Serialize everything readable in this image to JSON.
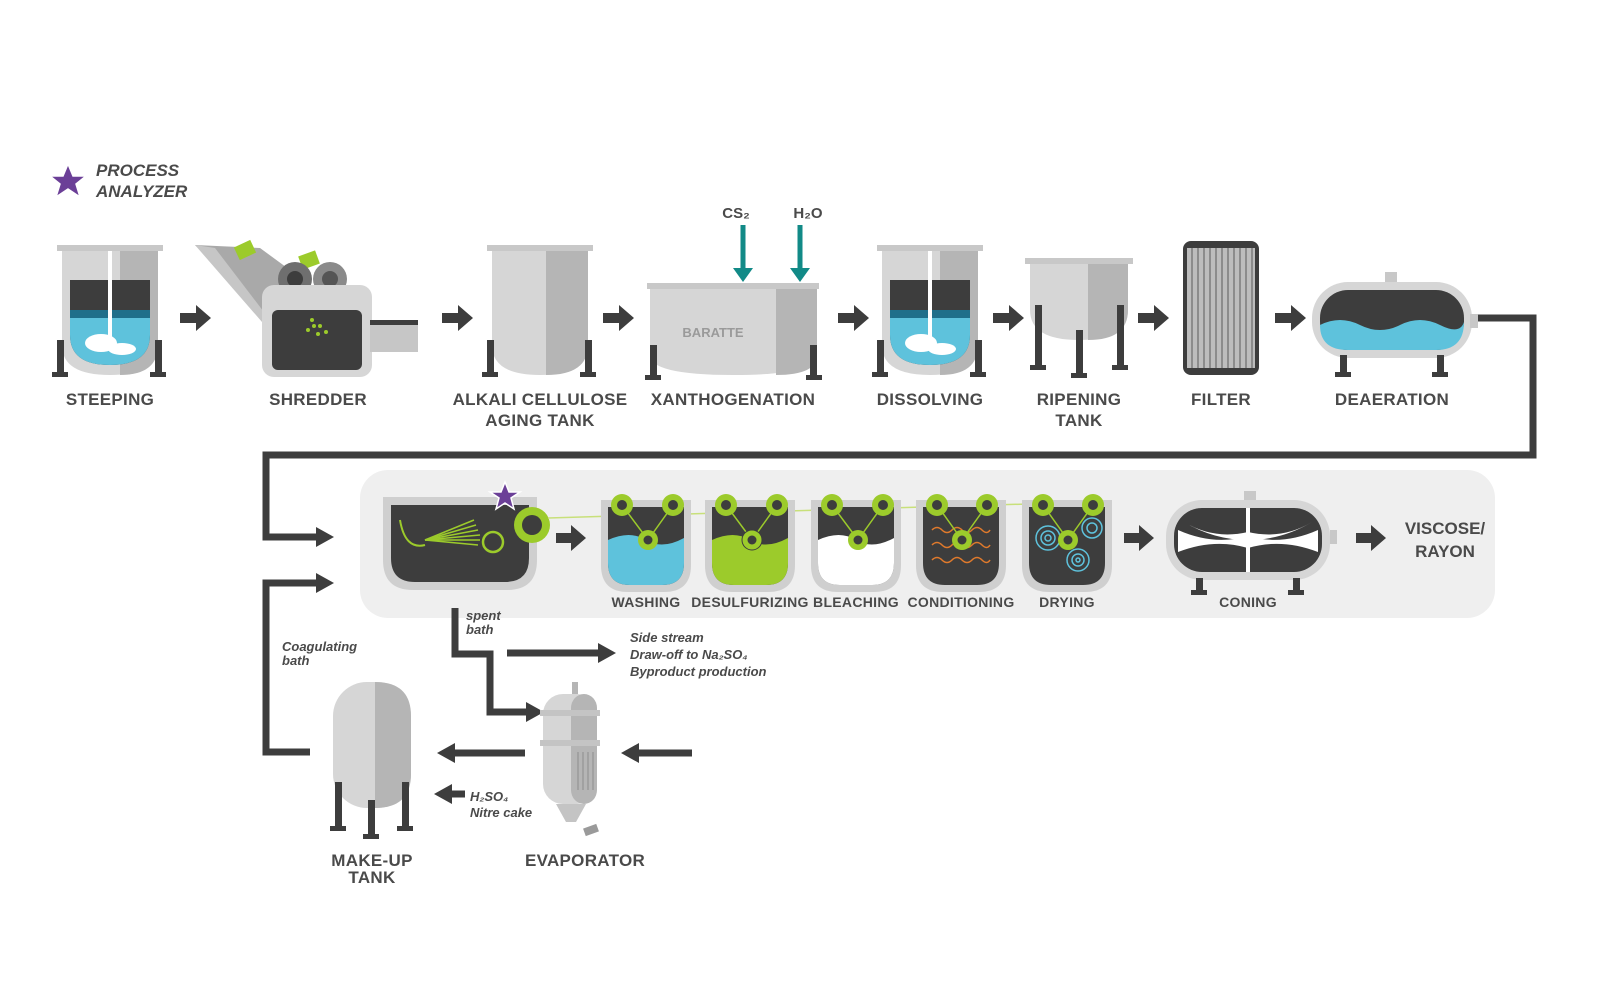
{
  "legend": {
    "label_line1": "PROCESS",
    "label_line2": "ANALYZER",
    "icon": "star-icon"
  },
  "inputs": {
    "cs2": "CS₂",
    "h2o": "H₂O"
  },
  "stages_top": {
    "steeping": "STEEPING",
    "shredder": "SHREDDER",
    "alkali_line1": "ALKALI CELLULOSE",
    "alkali_line2": "AGING TANK",
    "xanthogenation": "XANTHOGENATION",
    "baratte": "BARATTE",
    "dissolving": "DISSOLVING",
    "ripening_line1": "RIPENING",
    "ripening_line2": "TANK",
    "filter": "FILTER",
    "deaeration": "DEAERATION"
  },
  "stages_bottom": {
    "washing": "WASHING",
    "desulfurizing": "DESULFURIZING",
    "bleaching": "BLEACHING",
    "conditioning": "CONDITIONING",
    "drying": "DRYING",
    "coning": "CONING",
    "output_line1": "VISCOSE/",
    "output_line2": "RAYON"
  },
  "recovery": {
    "spent_line1": "spent",
    "spent_line2": "bath",
    "coag_line1": "Coagulating",
    "coag_line2": "bath",
    "side_line1": "Side stream",
    "side_line2": "Draw-off to Na₂SO₄",
    "side_line3": "Byproduct production",
    "h2so4": "H₂SO₄",
    "nitre": "Nitre cake",
    "makeup_line1": "MAKE-UP",
    "makeup_line2": "TANK",
    "evaporator": "EVAPORATOR"
  },
  "colors": {
    "dark": "#3d3d3d",
    "light_gray": "#d0d0d0",
    "mid_gray": "#a9a9a9",
    "water_blue": "#5ec2dc",
    "lime": "#9ccb2b",
    "teal": "#128a87",
    "purple": "#6b3f97",
    "panel": "#efefef"
  }
}
